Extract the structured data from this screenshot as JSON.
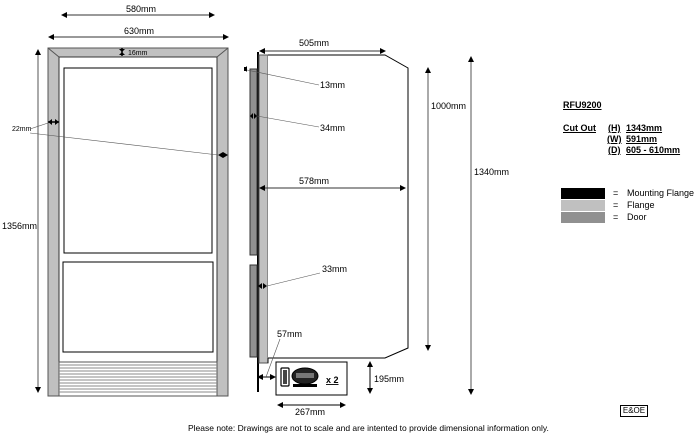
{
  "drawing": {
    "front_view": {
      "overall_width_label": "630mm",
      "inner_width_label": "580mm",
      "height_label": "1356mm",
      "top_frame_label": "16mm",
      "side_frame_label": "22mm"
    },
    "side_view": {
      "depth_label": "505mm",
      "inner_depth_label": "578mm",
      "upper_height_label": "1000mm",
      "total_height_label": "1340mm",
      "flange_top_label": "13mm",
      "door_gap_upper_label": "34mm",
      "door_gap_lower_label": "33mm",
      "plinth_offset_label": "57mm",
      "base_height_label": "195mm",
      "base_width_label": "267mm",
      "compressor_count_label": "x 2"
    },
    "spec": {
      "model": "RFU9200",
      "cutout_label": "Cut Out",
      "rows": [
        {
          "key": "(H)",
          "value": "1343mm"
        },
        {
          "key": "(W)",
          "value": "591mm"
        },
        {
          "key": "(D)",
          "value": "605 - 610mm"
        }
      ]
    },
    "legend": [
      {
        "label": "Mounting Flange",
        "color": "#000000",
        "eq": "="
      },
      {
        "label": "Flange",
        "color": "#c0c0c0",
        "eq": "="
      },
      {
        "label": "Door",
        "color": "#909090",
        "eq": "="
      }
    ],
    "eoe_label": "E&OE",
    "footer_note": "Please note: Drawings are not to scale and are intented to provide dimensional information only."
  }
}
